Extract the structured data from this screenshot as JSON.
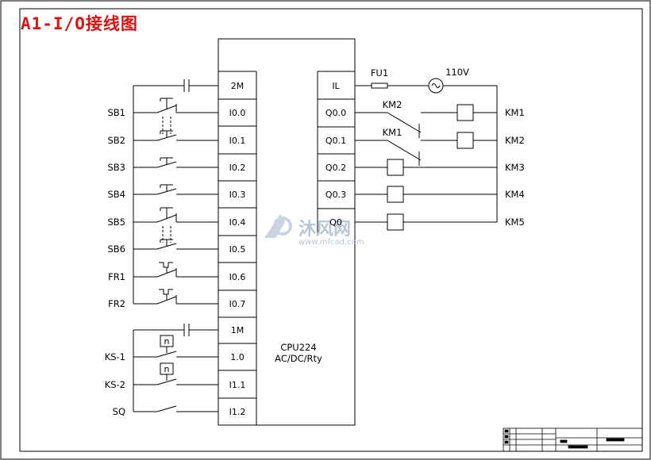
{
  "title": "A1-I/O接线图",
  "cpu": {
    "model": "CPU224",
    "type": "AC/DC/Rty"
  },
  "inputs": [
    {
      "terminal": "2M",
      "label": ""
    },
    {
      "terminal": "I0.0",
      "label": "SB1"
    },
    {
      "terminal": "I0.1",
      "label": "SB2"
    },
    {
      "terminal": "I0.2",
      "label": "SB3"
    },
    {
      "terminal": "I0.3",
      "label": "SB4"
    },
    {
      "terminal": "I0.4",
      "label": "SB5"
    },
    {
      "terminal": "I0.5",
      "label": "SB6"
    },
    {
      "terminal": "I0.6",
      "label": "FR1"
    },
    {
      "terminal": "I0.7",
      "label": "FR2"
    },
    {
      "terminal": "1M",
      "label": ""
    },
    {
      "terminal": "1.0",
      "label": "KS-1"
    },
    {
      "terminal": "I1.1",
      "label": "KS-2"
    },
    {
      "terminal": "I1.2",
      "label": "SQ"
    }
  ],
  "outputs": [
    {
      "terminal": "IL",
      "label": ""
    },
    {
      "terminal": "Q0.0",
      "label": "KM1",
      "interlock": "KM2"
    },
    {
      "terminal": "Q0.1",
      "label": "KM2",
      "interlock": "KM1"
    },
    {
      "terminal": "Q0.2",
      "label": "KM3"
    },
    {
      "terminal": "Q0.3",
      "label": "KM4"
    },
    {
      "terminal": "Q0",
      "label": "KM5"
    }
  ],
  "power": {
    "fuse": "FU1",
    "voltage": "110V"
  },
  "speed_relay_symbol": "n",
  "watermark": {
    "text": "沐风网",
    "url": "www.mfcad.com"
  },
  "colors": {
    "title": "#e01010",
    "line": "#000000",
    "watermark": "#b8c6d8"
  }
}
